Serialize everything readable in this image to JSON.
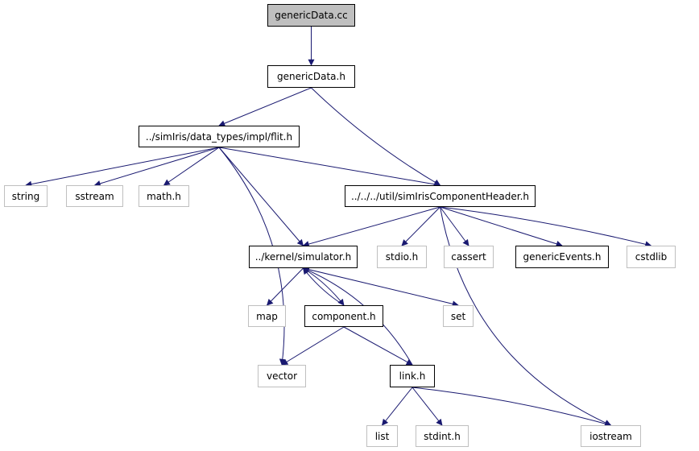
{
  "colors": {
    "edge": "#191970",
    "node_border": "#000000",
    "external_border": "#bfbfbf",
    "root_fill": "#bfbfbf"
  },
  "nodes": {
    "genericData_cc": "genericData.cc",
    "genericData_h": "genericData.h",
    "flit_h": "../simIris/data_types/impl/flit.h",
    "string": "string",
    "sstream": "sstream",
    "math_h": "math.h",
    "simIrisComponentHeader_h": "../../../util/simIrisComponentHeader.h",
    "simulator_h": "../kernel/simulator.h",
    "stdio_h": "stdio.h",
    "cassert": "cassert",
    "genericEvents_h": "genericEvents.h",
    "cstdlib": "cstdlib",
    "map": "map",
    "component_h": "component.h",
    "set": "set",
    "vector": "vector",
    "link_h": "link.h",
    "list": "list",
    "stdint_h": "stdint.h",
    "iostream": "iostream"
  },
  "edges": [
    [
      "genericData_cc",
      "genericData_h"
    ],
    [
      "genericData_h",
      "flit_h"
    ],
    [
      "genericData_h",
      "simIrisComponentHeader_h"
    ],
    [
      "flit_h",
      "string"
    ],
    [
      "flit_h",
      "sstream"
    ],
    [
      "flit_h",
      "math_h"
    ],
    [
      "flit_h",
      "simIrisComponentHeader_h"
    ],
    [
      "flit_h",
      "simulator_h"
    ],
    [
      "flit_h",
      "vector"
    ],
    [
      "simIrisComponentHeader_h",
      "simulator_h"
    ],
    [
      "simIrisComponentHeader_h",
      "stdio_h"
    ],
    [
      "simIrisComponentHeader_h",
      "cassert"
    ],
    [
      "simIrisComponentHeader_h",
      "genericEvents_h"
    ],
    [
      "simIrisComponentHeader_h",
      "cstdlib"
    ],
    [
      "simIrisComponentHeader_h",
      "iostream"
    ],
    [
      "simulator_h",
      "map"
    ],
    [
      "simulator_h",
      "component_h"
    ],
    [
      "simulator_h",
      "set"
    ],
    [
      "component_h",
      "simulator_h"
    ],
    [
      "component_h",
      "vector"
    ],
    [
      "component_h",
      "link_h"
    ],
    [
      "link_h",
      "simulator_h"
    ],
    [
      "link_h",
      "list"
    ],
    [
      "link_h",
      "stdint_h"
    ],
    [
      "link_h",
      "iostream"
    ]
  ]
}
